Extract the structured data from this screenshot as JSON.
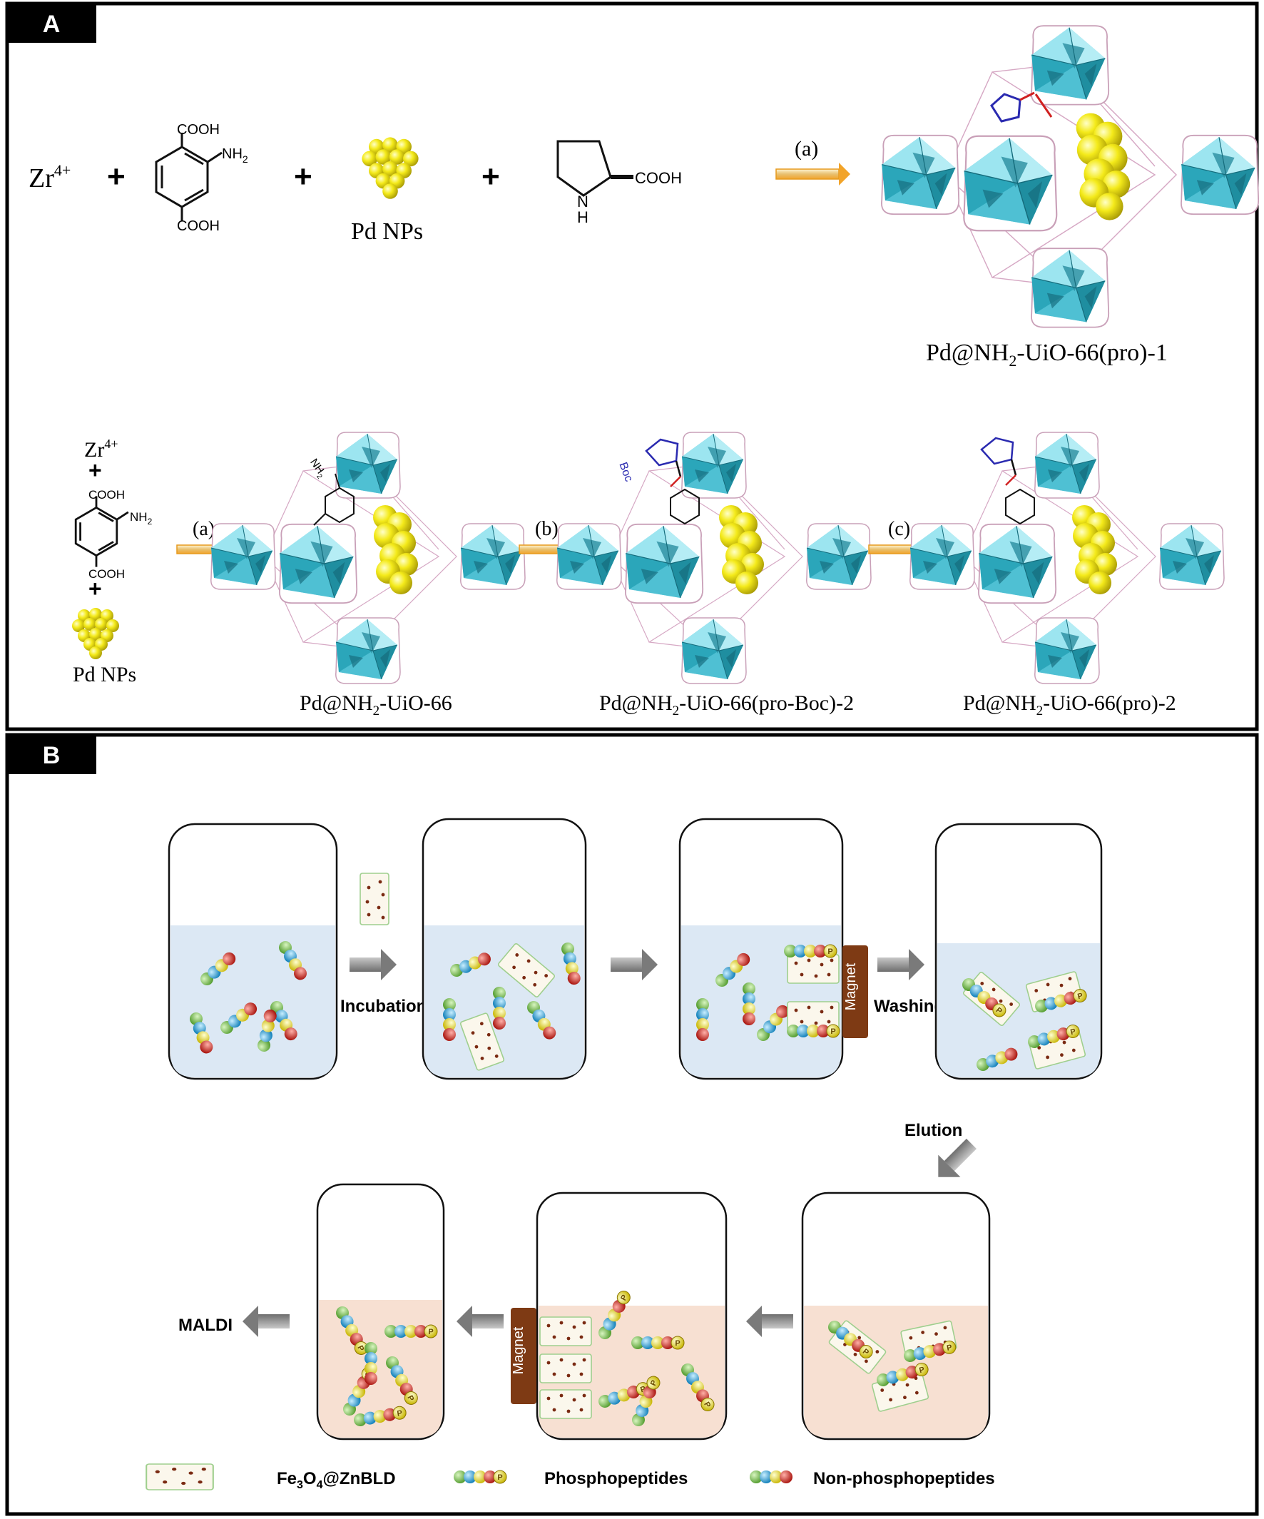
{
  "panel_a": {
    "tag": "A",
    "row1": {
      "reagents": {
        "zr": "Zr",
        "zr_charge": "4+",
        "pd": "Pd NPs"
      },
      "plus": "+",
      "bdc": {
        "top": "COOH",
        "bottom": "COOH",
        "amine": "NH",
        "amine_sub": "2"
      },
      "proline": {
        "cooh": "COOH",
        "nh": "N",
        "h": "H"
      },
      "step": "(a)",
      "product": {
        "pre": "Pd@NH",
        "sub": "2",
        "post": "-UiO-66(pro)-1"
      }
    },
    "row2": {
      "reagents": {
        "zr": "Zr",
        "zr_charge": "4+",
        "pd": "Pd NPs"
      },
      "plus": "+",
      "bdc": {
        "top": "COOH",
        "bottom": "COOH",
        "amine": "NH",
        "amine_sub": "2"
      },
      "step_a": "(a)",
      "step_b": "(b)",
      "step_c": "(c)",
      "boc": "Boc",
      "product1": {
        "pre": "Pd@NH",
        "sub": "2",
        "post": "-UiO-66"
      },
      "product2": {
        "pre": "Pd@NH",
        "sub": "2",
        "post": "-UiO-66(pro-Boc)-2"
      },
      "product3": {
        "pre": "Pd@NH",
        "sub": "2",
        "post": "-UiO-66(pro)-2"
      }
    }
  },
  "panel_b": {
    "tag": "B",
    "steps": {
      "incubation": "Incubation",
      "washing": "Washing",
      "elution": "Elution",
      "maldi": "MALDI",
      "magnet": "Magnet"
    },
    "legend": {
      "material": {
        "pre": "Fe",
        "sub1": "3",
        "mid": "O",
        "sub2": "4",
        "post": "@ZnBLD"
      },
      "phospho": "Phosphopeptides",
      "nonphospho": "Non-phosphopeptides",
      "p_mark": "P"
    },
    "colors": {
      "liquid_top": "#dce8f4",
      "liquid_bottom": "#f7e0d2",
      "magnet": "#7e3a14",
      "mof": "#5bc8d8",
      "pd": "#f4ea1a",
      "bead_green": "#74c043",
      "bead_blue": "#1fa3dc",
      "bead_yellow": "#f5e11a",
      "bead_red": "#d8241d"
    }
  }
}
